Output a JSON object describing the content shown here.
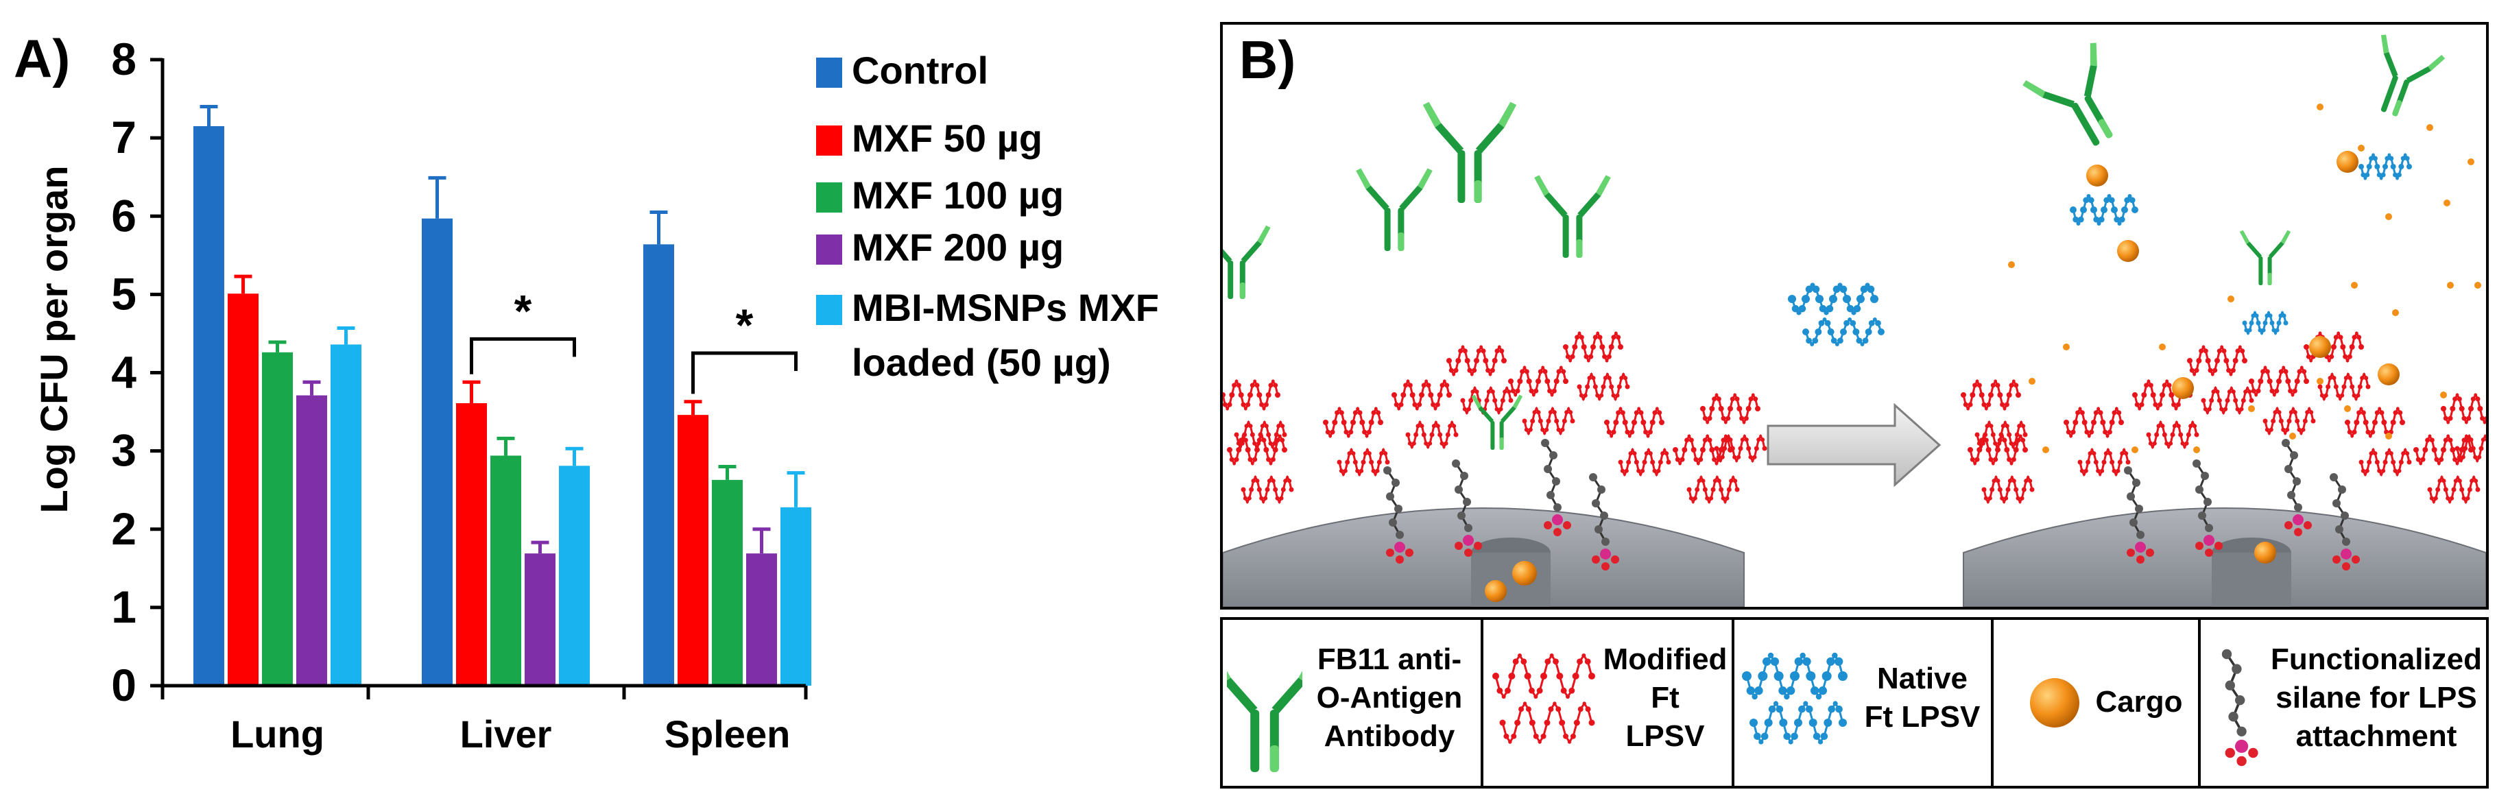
{
  "panel_a": {
    "label": "A)",
    "legend": [
      {
        "label": "Control",
        "color": "#1F6FC4"
      },
      {
        "label": "MXF 50 µg",
        "color": "#FF0000"
      },
      {
        "label": "MXF 100 µg",
        "color": "#18A84B"
      },
      {
        "label": "MXF 200 µg",
        "color": "#7F2FA8"
      },
      {
        "label": "MBI-MSNPs MXF",
        "label2": "loaded (50 µg)",
        "color": "#19B4F0"
      }
    ],
    "significance_marker": "*"
  },
  "chart_data": {
    "type": "bar",
    "title": "",
    "xlabel": "",
    "ylabel": "Log CFU per organ",
    "ylim": [
      0,
      8
    ],
    "yticks": [
      "0",
      "1",
      "2",
      "3",
      "4",
      "5",
      "6",
      "7",
      "8"
    ],
    "categories": [
      "Lung",
      "Liver",
      "Spleen"
    ],
    "series": [
      {
        "name": "Control",
        "color": "#1F6FC4",
        "values": [
          7.15,
          5.97,
          5.64
        ],
        "errors": [
          0.25,
          0.52,
          0.41
        ]
      },
      {
        "name": "MXF 50 µg",
        "color": "#FF0000",
        "values": [
          5.01,
          3.61,
          3.46
        ],
        "errors": [
          0.22,
          0.27,
          0.17
        ]
      },
      {
        "name": "MXF 100 µg",
        "color": "#18A84B",
        "values": [
          4.26,
          2.94,
          2.63
        ],
        "errors": [
          0.13,
          0.22,
          0.17
        ]
      },
      {
        "name": "MXF 200 µg",
        "color": "#7F2FA8",
        "values": [
          3.71,
          1.69,
          1.69
        ],
        "errors": [
          0.17,
          0.14,
          0.31
        ]
      },
      {
        "name": "MBI-MSNPs MXF loaded (50 µg)",
        "color": "#19B4F0",
        "values": [
          4.36,
          2.81,
          2.28
        ],
        "errors": [
          0.21,
          0.22,
          0.44
        ]
      }
    ],
    "grid": false,
    "legend": "right",
    "significance": [
      {
        "category": "Liver",
        "from": "MXF 50 µg",
        "to": "MBI-MSNPs MXF loaded (50 µg)",
        "label": "*"
      },
      {
        "category": "Spleen",
        "from": "MXF 50 µg",
        "to": "MBI-MSNPs MXF loaded (50 µg)",
        "label": "*"
      }
    ]
  },
  "panel_b": {
    "label": "B)",
    "legend_items": [
      {
        "text_lines": [
          "FB11 anti-",
          "O-Antigen",
          "Antibody"
        ],
        "icon": "antibody-icon",
        "color": "#1E9A3E"
      },
      {
        "text_lines": [
          "Modified",
          "Ft",
          "LPSV"
        ],
        "icon": "modified-lps-icon",
        "color": "#E8141B"
      },
      {
        "text_lines": [
          "Native",
          "Ft LPSV"
        ],
        "icon": "native-lps-icon",
        "color": "#1E8FD0"
      },
      {
        "text_lines": [
          "Cargo"
        ],
        "icon": "cargo-icon",
        "color": "#F39019"
      },
      {
        "text_lines": [
          "Functionalized",
          "silane for LPS",
          "attachment"
        ],
        "icon": "silane-icon",
        "color": "#555555"
      }
    ],
    "colors": {
      "surface": "#8E9298",
      "surface_top": "#B9BCC1",
      "antibody": "#1E9A3E",
      "modified_lps": "#E8141B",
      "native_lps": "#1E8FD0",
      "cargo": "#F39019",
      "arrow": "#D9D9D9"
    }
  }
}
